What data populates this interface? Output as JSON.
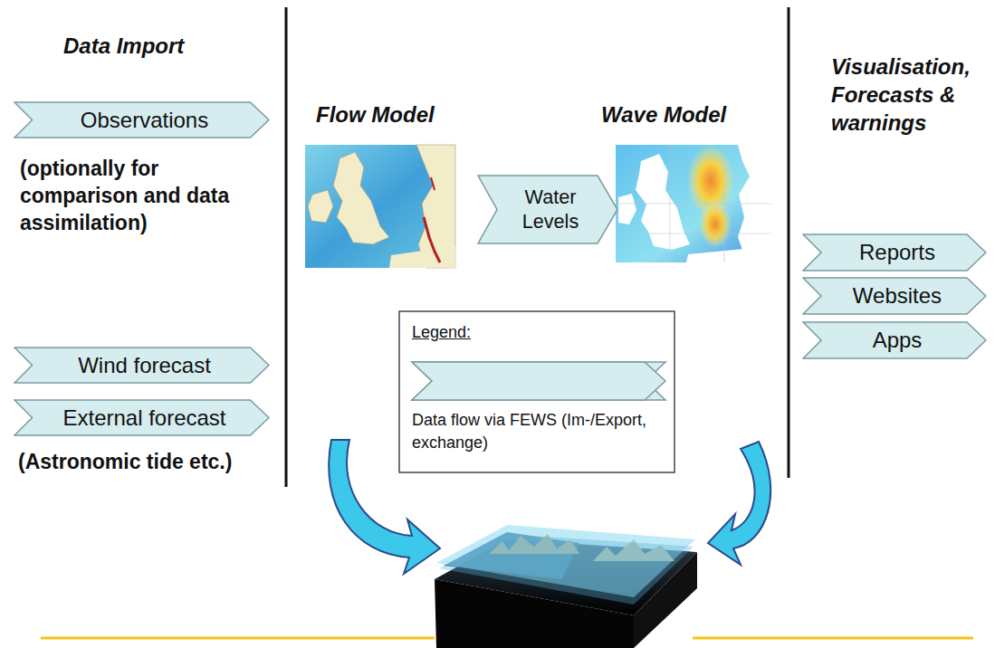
{
  "diagram": {
    "nodes": [
      {
        "text": [
          "Observations"
        ]
      },
      {
        "text": [
          "Flow Model"
        ]
      },
      {
        "text": [
          "Water Levels"
        ]
      },
      {
        "text": [
          "Wave Model"
        ]
      },
      {
        "text": [
          "Reports"
        ]
      },
      {
        "text": [
          "Websites"
        ]
      },
      {
        "text": [
          "Apps"
        ]
      },
      {
        "text": [
          "Wind forecast"
        ]
      },
      {
        "text": [
          "External forecast"
        ]
      }
    ],
    "labels": [
      "Data Import",
      "(optionally for comparison and data assimilation)",
      "(Astronomic tide etc.)",
      "Visualisation, Forecasts & warnings",
      "Legend:"
    ],
    "legend": [
      {
        "text": "Data flow via FEWS (Im-/Export, exchange)"
      }
    ]
  }
}
